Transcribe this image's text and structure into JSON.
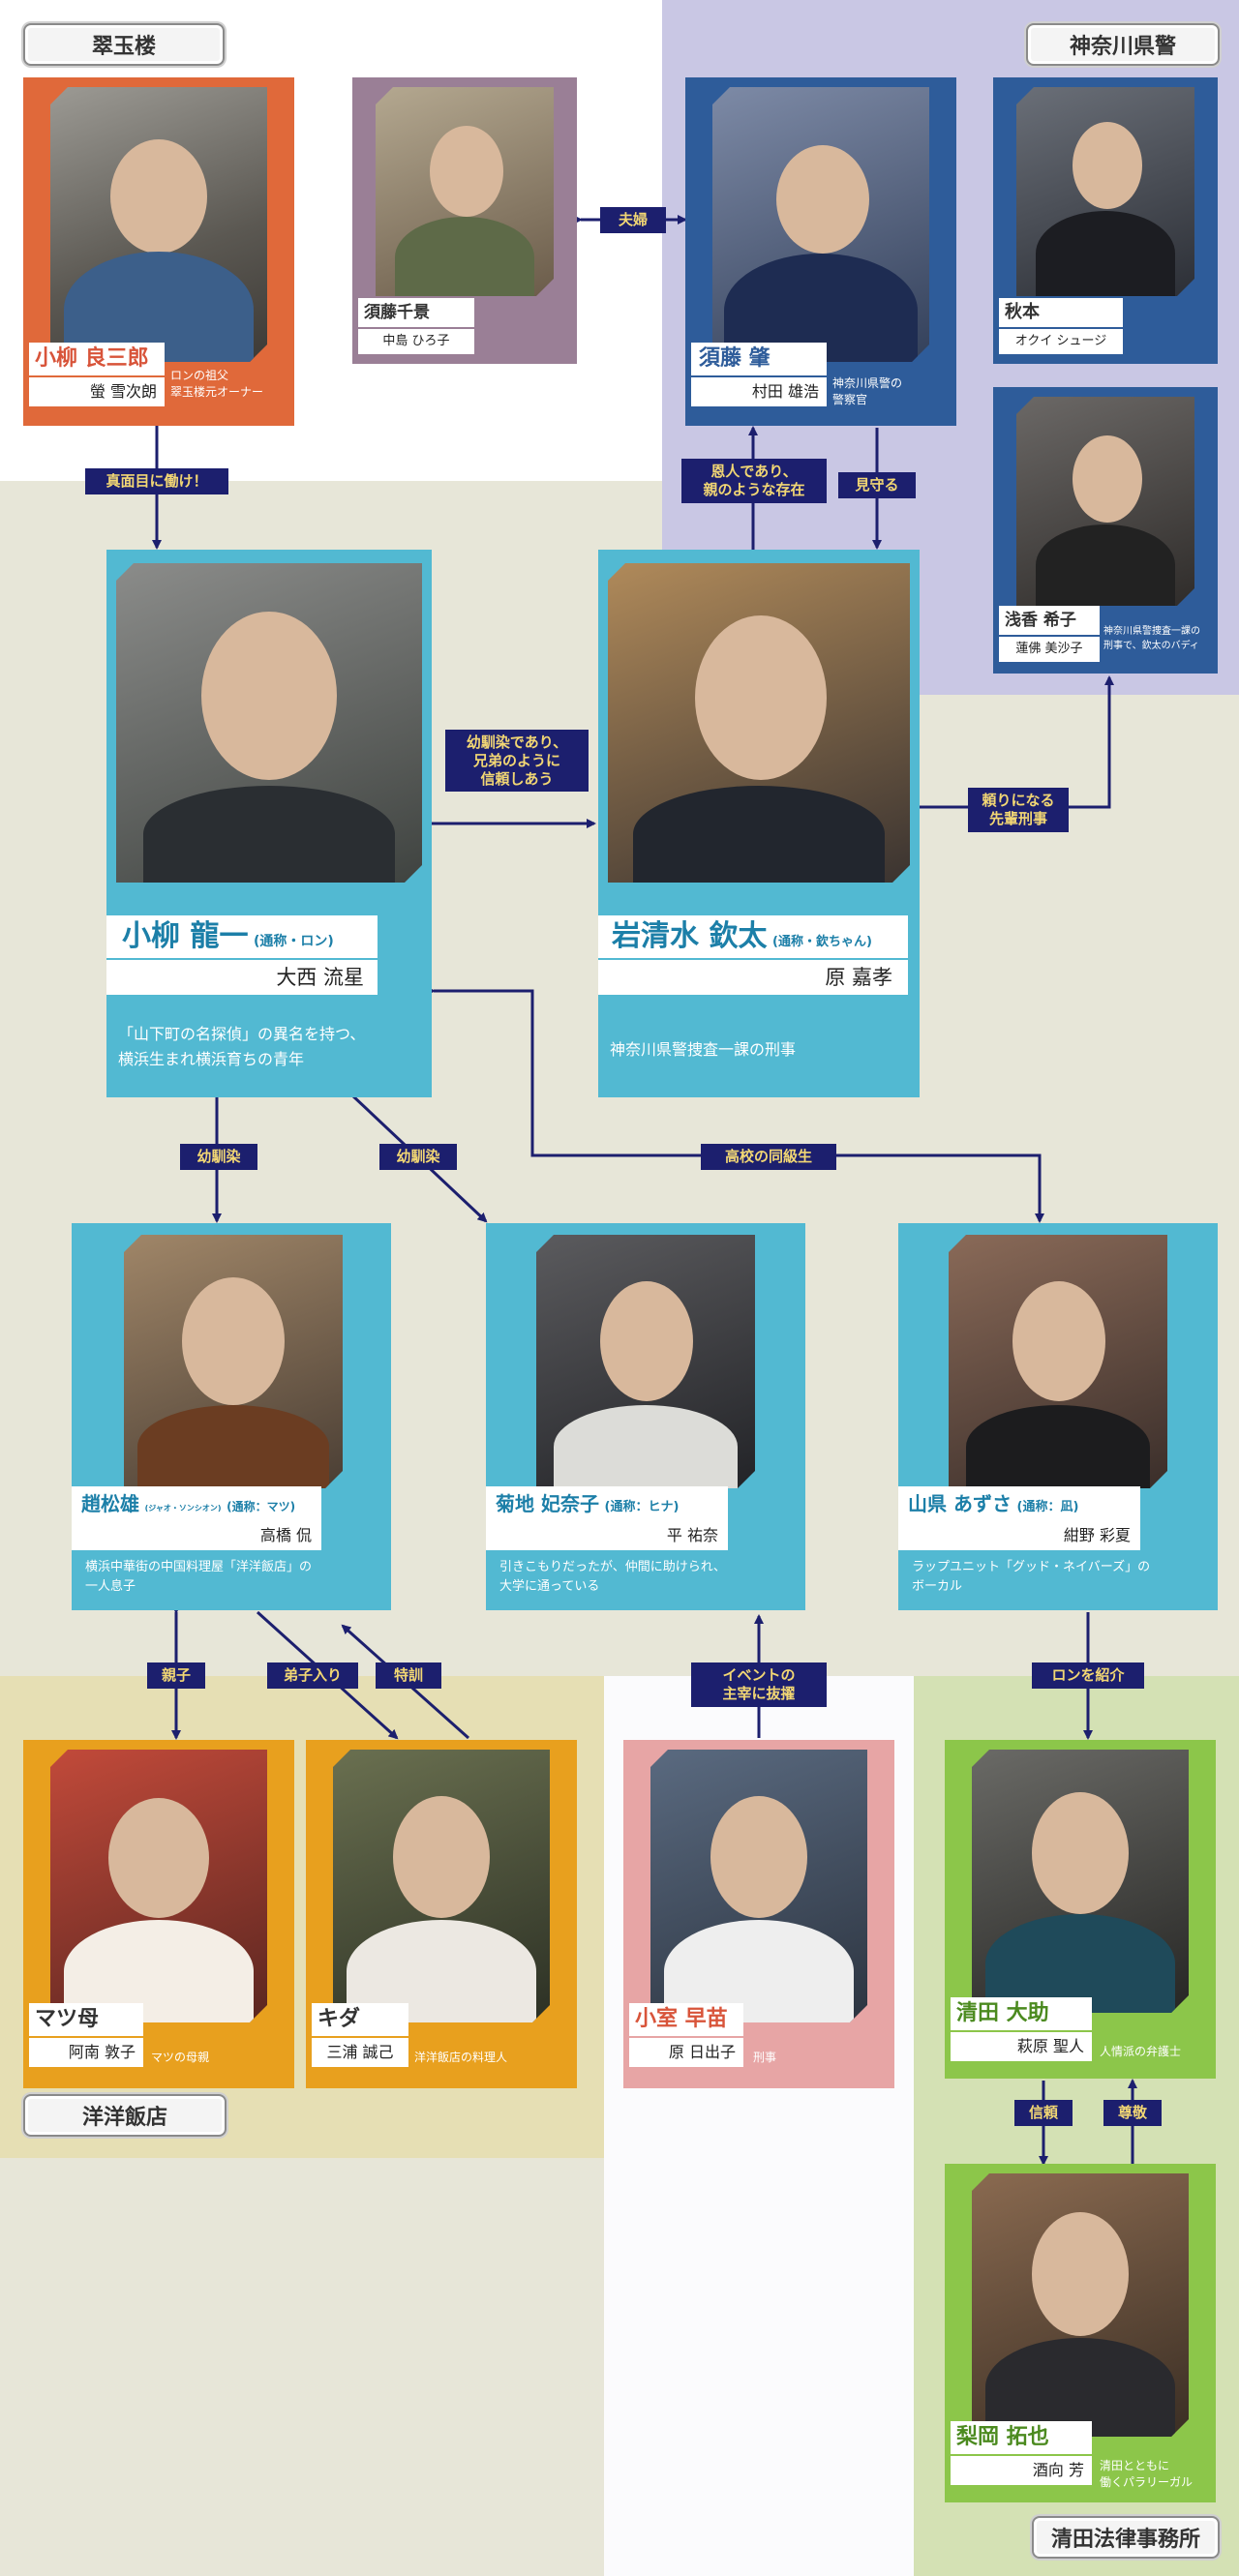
{
  "groups": {
    "suigyokuro": "翠玉楼",
    "kanagawa_police": "神奈川県警",
    "yoyo_hanten": "洋洋飯店",
    "kiyota_law": "清田法律事務所"
  },
  "colors": {
    "orange": "#e0693a",
    "mauve": "#9a7f96",
    "blue_dark": "#2e5c9a",
    "teal": "#52b9d2",
    "gold": "#e8a01e",
    "pink": "#e7a5a5",
    "green": "#8cc64a",
    "navy": "#1c1f6e",
    "label_text": "#f2d774"
  },
  "characters": {
    "koyanagi_ryozaburo": {
      "name": "小柳 良三郎",
      "actor": "螢 雪次朗",
      "role_line1": "ロンの祖父",
      "role_line2": "翠玉楼元オーナー"
    },
    "sudo_chikage": {
      "name": "須藤千景",
      "actor": "中島 ひろ子"
    },
    "sudo_hajime": {
      "name": "須藤 肇",
      "actor": "村田 雄浩",
      "role_line1": "神奈川県警の",
      "role_line2": "警察官"
    },
    "akimoto": {
      "name": "秋本",
      "actor": "オクイ シュージ"
    },
    "asaka_kiko": {
      "name": "浅香 希子",
      "actor": "蓮佛 美沙子",
      "role_line1": "神奈川県警捜査一課の",
      "role_line2": "刑事で、欽太のバディ"
    },
    "koyanagi_ryuichi": {
      "name": "小柳 龍一",
      "nick": "(通称・ロン)",
      "actor": "大西 流星",
      "desc_line1": "「山下町の名探偵」の異名を持つ、",
      "desc_line2": "横浜生まれ横浜育ちの青年"
    },
    "iwashimizu_kinta": {
      "name": "岩清水 欽太",
      "nick": "(通称・欽ちゃん)",
      "actor": "原 嘉孝",
      "desc_line1": "神奈川県警捜査一課の刑事"
    },
    "cho_matsuo": {
      "name": "趙松雄",
      "ruby": "(ジャオ・ソンシオン)",
      "nick": "(通称：マツ)",
      "actor": "高橋 侃",
      "desc_line1": "横浜中華街の中国料理屋「洋洋飯店」の",
      "desc_line2": "一人息子"
    },
    "kikuchi_hinako": {
      "name": "菊地 妃奈子",
      "nick": "(通称：ヒナ)",
      "actor": "平 祐奈",
      "desc_line1": "引きこもりだったが、仲間に助けられ、",
      "desc_line2": "大学に通っている"
    },
    "yamagata_azusa": {
      "name": "山県 あずさ",
      "nick": "(通称：凪)",
      "actor": "紺野 彩夏",
      "desc_line1": "ラップユニット「グッド・ネイバーズ」の",
      "desc_line2": "ボーカル"
    },
    "matsu_haha": {
      "name": "マツ母",
      "actor": "阿南 敦子",
      "role_line1": "マツの母親"
    },
    "kida": {
      "name": "キダ",
      "actor": "三浦 誠己",
      "role_line1": "洋洋飯店の料理人"
    },
    "komuro_sanae": {
      "name": "小室 早苗",
      "actor": "原 日出子",
      "role_line1": "刑事"
    },
    "kiyota_daisuke": {
      "name": "清田 大助",
      "actor": "萩原 聖人",
      "role_line1": "人情派の弁護士"
    },
    "nashioka_takuya": {
      "name": "梨岡 拓也",
      "actor": "酒向 芳",
      "role_line1": "清田とともに",
      "role_line2": "働くパラリーガル"
    }
  },
  "relations": {
    "fuufu": "夫婦",
    "majime": "真面目に働け！",
    "onjin_1": "恩人であり、",
    "onjin_2": "親のような存在",
    "mimamoru": "見守る",
    "osananajimi_1": "幼馴染であり、",
    "osananajimi_2": "兄弟のように",
    "osananajimi_3": "信頼しあう",
    "tayori_1": "頼りになる",
    "tayori_2": "先輩刑事",
    "osananajimi_matsu": "幼馴染",
    "osananajimi_hina": "幼馴染",
    "koukou": "高校の同級生",
    "oyako": "親子",
    "deshi": "弟子入り",
    "tokkun": "特訓",
    "event_1": "イベントの",
    "event_2": "主宰に抜擢",
    "ron_shoukai": "ロンを紹介",
    "shinrai": "信頼",
    "sonkei": "尊敬"
  }
}
